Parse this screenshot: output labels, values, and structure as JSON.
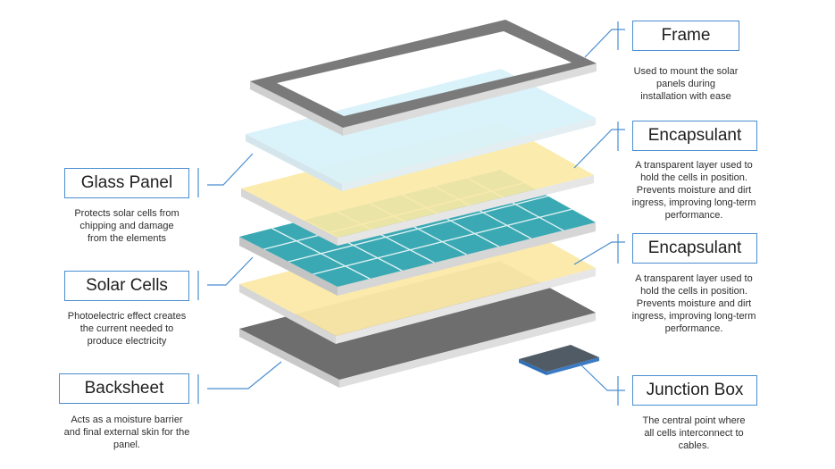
{
  "labels": {
    "frame": {
      "title": "Frame",
      "lines": [
        "Used to mount the solar",
        "panels during",
        "installation with ease"
      ]
    },
    "encapsulant_top": {
      "title": "Encapsulant",
      "lines": [
        "A transparent layer used to",
        "hold the cells in position.",
        "Prevents moisture and dirt",
        "ingress, improving long-term",
        "performance."
      ]
    },
    "glass_panel": {
      "title": "Glass Panel",
      "lines": [
        "Protects solar cells from",
        "chipping and damage",
        "from the elements"
      ]
    },
    "encapsulant_bottom": {
      "title": "Encapsulant",
      "lines": [
        "A transparent layer used to",
        "hold the cells in position.",
        "Prevents moisture and dirt",
        "ingress, improving long-term",
        "performance."
      ]
    },
    "solar_cells": {
      "title": "Solar Cells",
      "lines": [
        "Photoelectric effect creates",
        "the current needed to",
        "produce electricity"
      ]
    },
    "backsheet": {
      "title": "Backsheet",
      "lines": [
        "Acts as a moisture barrier",
        "and final external skin for the",
        "panel."
      ]
    },
    "junction_box": {
      "title": "Junction Box",
      "lines": [
        "The central point where",
        "all cells interconnect to",
        "cables."
      ]
    }
  },
  "colors": {
    "callout": "#4a8ed0",
    "frame": "#7a7a7a",
    "glass": "#d8f1fa",
    "encapsulant": "#fbe9a6",
    "cells": "#3aa9b4",
    "backsheet": "#6e6e6e",
    "edge": "#c9c9c9"
  }
}
